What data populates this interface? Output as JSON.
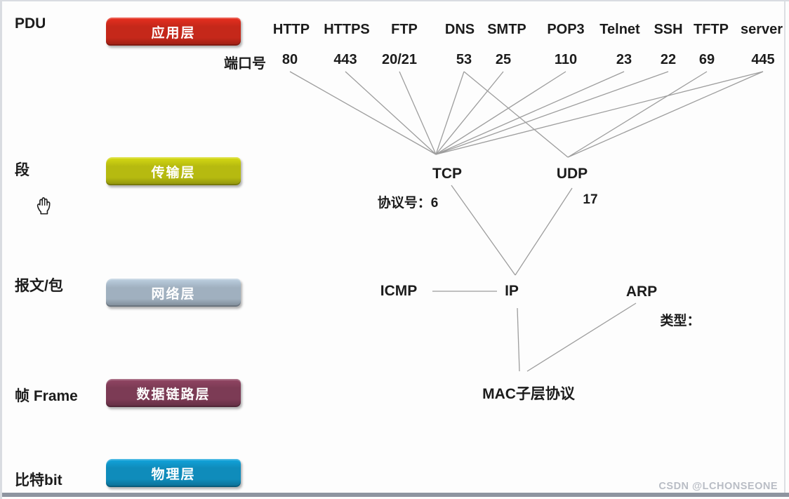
{
  "pdu_column": {
    "header": "PDU",
    "items": [
      {
        "id": "segment",
        "label": "段"
      },
      {
        "id": "packet",
        "label": "报文/包"
      },
      {
        "id": "frame",
        "label": "帧 Frame"
      },
      {
        "id": "bit",
        "label": "比特bit"
      }
    ]
  },
  "layers": [
    {
      "id": "application",
      "label": "应用层",
      "color": "#c5281a"
    },
    {
      "id": "transport",
      "label": "传输层",
      "color": "#b6ba10"
    },
    {
      "id": "network",
      "label": "网络层",
      "color": "#a0b0bf"
    },
    {
      "id": "datalink",
      "label": "数据链路层",
      "color": "#7c3b55"
    },
    {
      "id": "physical",
      "label": "物理层",
      "color": "#0f8cbb"
    }
  ],
  "port_row_label": "端口号",
  "protocols": [
    {
      "name": "HTTP",
      "port": "80"
    },
    {
      "name": "HTTPS",
      "port": "443"
    },
    {
      "name": "FTP",
      "port": "20/21"
    },
    {
      "name": "DNS",
      "port": "53"
    },
    {
      "name": "SMTP",
      "port": "25"
    },
    {
      "name": "POP3",
      "port": "110"
    },
    {
      "name": "Telnet",
      "port": "23"
    },
    {
      "name": "SSH",
      "port": "22"
    },
    {
      "name": "TFTP",
      "port": "69"
    },
    {
      "name": "server",
      "port": "445"
    }
  ],
  "transport_nodes": {
    "tcp_label": "TCP",
    "tcp_annotation": "协议号：6",
    "udp_label": "UDP",
    "udp_annotation": "17"
  },
  "network_nodes": {
    "icmp": "ICMP",
    "ip": "IP",
    "arp": "ARP",
    "arp_annotation": "类型："
  },
  "datalink_node": "MAC子层协议",
  "edges": {
    "ports_to_tcp": [
      "80",
      "443",
      "20/21",
      "53",
      "25",
      "110",
      "23",
      "22",
      "445"
    ],
    "ports_to_udp": [
      "53",
      "69",
      "445"
    ],
    "other": [
      [
        "tcpB",
        "ipTop"
      ],
      [
        "udpB",
        "ipTop"
      ],
      [
        "icmpR",
        "ipL"
      ],
      [
        "ipB",
        "mac1"
      ],
      [
        "arpB",
        "mac2"
      ]
    ]
  },
  "icons": {
    "cursor": "grab-hand-icon"
  },
  "watermark": "CSDN @LCHONSEONE",
  "colors": {
    "line": "#9d9d9d",
    "text": "#1c1c1c",
    "watermark": "#b9bdc5",
    "frame_border": "#d9dce1",
    "bottom_bar": "#8e95a0"
  }
}
